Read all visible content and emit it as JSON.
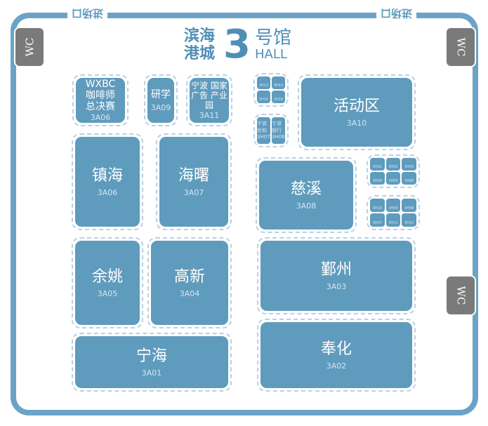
{
  "header": {
    "venue_line1": "滨海",
    "venue_line2": "港城",
    "hall_number": "3",
    "hall_cn": "号馆",
    "hall_en": "HALL"
  },
  "entrances": [
    "进场口",
    "进场口"
  ],
  "wc_label": "WC",
  "booths": {
    "wxbc": {
      "name": "WXBC 咖啡师 总决赛",
      "code": "3A06"
    },
    "yanxue": {
      "name": "研学",
      "code": "3A09"
    },
    "adpark": {
      "name": "宁波 国家广告 产业园",
      "code": "3A11"
    },
    "zhenhai": {
      "name": "镇海",
      "code": "3A06"
    },
    "haishu": {
      "name": "海曙",
      "code": "3A07"
    },
    "yuyao": {
      "name": "余姚",
      "code": "3A05"
    },
    "gaoxin": {
      "name": "高新",
      "code": "3A04"
    },
    "ninghai": {
      "name": "宁海",
      "code": "3A01"
    },
    "activity": {
      "name": "活动区",
      "code": "3A10"
    },
    "cixi": {
      "name": "慈溪",
      "code": "3A08"
    },
    "yinzhou": {
      "name": "鄞州",
      "code": "3A03"
    },
    "fenghua": {
      "name": "奉化",
      "code": "3A02"
    }
  },
  "small_booths": {
    "cluster1": [
      "3H13",
      "3H14",
      "3H15",
      "3H16"
    ],
    "cluster2": [
      "宁波优和 3H07",
      "宁波银行 3H08"
    ],
    "cluster3": [
      "3H01",
      "3H02",
      "3H03",
      "3H04",
      "3H05",
      "3H06"
    ],
    "cluster4": [
      "3H10",
      "3H09",
      "3H08",
      "3H07",
      "3H11",
      "3H12"
    ]
  }
}
